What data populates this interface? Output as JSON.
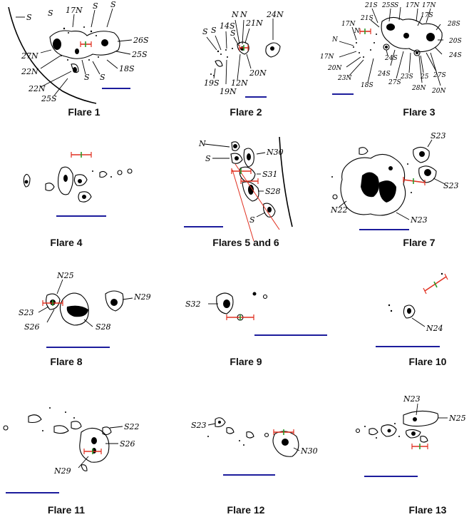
{
  "panels": [
    {
      "caption": "Flare 1",
      "labels": [
        "S",
        "17N",
        "S",
        "S",
        "S",
        "26S",
        "27N",
        "25S",
        "22N",
        "18S",
        "22N",
        "S",
        "S",
        "25S"
      ]
    },
    {
      "caption": "Flare 2",
      "labels": [
        "N",
        "N",
        "24N",
        "S",
        "S",
        "14S",
        "21N",
        "S",
        "12N",
        "20N",
        "19S",
        "19N"
      ]
    },
    {
      "caption": "Flare 3",
      "labels": [
        "21S",
        "25S",
        "S",
        "17N",
        "17N",
        "21S",
        "17S",
        "N",
        "17N",
        "28S",
        "N",
        "20S",
        "17N",
        "24S",
        "24S",
        "20N",
        "24S",
        "23N",
        "27S",
        "23S",
        "25",
        "27S",
        "18S",
        "28N",
        "20N"
      ]
    },
    {
      "caption": "Flare 4",
      "labels": []
    },
    {
      "caption": "Flares 5 and 6",
      "labels": [
        "N",
        "N30",
        "S",
        "S31",
        "S28",
        "S"
      ]
    },
    {
      "caption": "Flare 7",
      "labels": [
        "S23",
        "S23",
        "N22",
        "N23"
      ]
    },
    {
      "caption": "Flare 8",
      "labels": [
        "N25",
        "N29",
        "S23",
        "S26",
        "S28"
      ]
    },
    {
      "caption": "Flare 9",
      "labels": [
        "S32"
      ]
    },
    {
      "caption": "Flare 10",
      "labels": [
        "N24"
      ]
    },
    {
      "caption": "Flare 11",
      "labels": [
        "S22",
        "S26",
        "N29"
      ]
    },
    {
      "caption": "Flare 12",
      "labels": [
        "S23",
        "N30"
      ]
    },
    {
      "caption": "Flare 13",
      "labels": [
        "N23",
        "N25"
      ]
    }
  ]
}
